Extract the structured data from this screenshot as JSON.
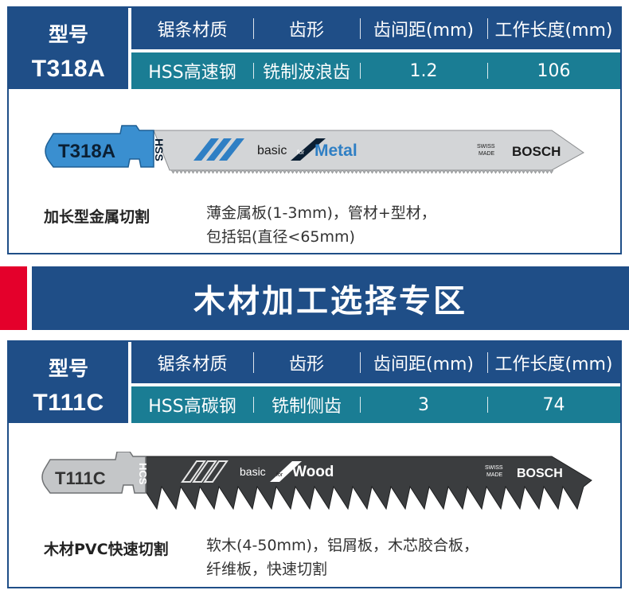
{
  "section_title": "木材加工选择专区",
  "headers": {
    "model": "型号",
    "columns": [
      "锯条材质",
      "齿形",
      "齿间距(mm)",
      "工作长度(mm)"
    ]
  },
  "products": [
    {
      "model": "T318A",
      "values": [
        "HSS高速钢",
        "铣制波浪齿",
        "1.2",
        "106"
      ],
      "blade": {
        "code": "T318A",
        "material": "HSS",
        "series": "basic",
        "for": "for",
        "application": "Metal",
        "swiss_made_line1": "SWISS",
        "swiss_made_line2": "MADE",
        "brand": "BOSCH",
        "tang_color": "#3a8fd0",
        "body_color": "#d3d5d7"
      },
      "use_label": "加长型金属切割",
      "use_lines": [
        "薄金属板(1-3mm)，管材+型材，",
        "包括铝(直径<65mm)"
      ]
    },
    {
      "model": "T111C",
      "values": [
        "HSS高碳钢",
        "铣制侧齿",
        "3",
        "74"
      ],
      "blade": {
        "code": "T111C",
        "material": "HCS",
        "series": "basic",
        "for": "for",
        "application": "Wood",
        "swiss_made_line1": "SWISS",
        "swiss_made_line2": "MADE",
        "brand": "BOSCH",
        "tang_color": "#c4c6c8",
        "body_color": "#3b3d3f"
      },
      "use_label": "木材PVC快速切割",
      "use_lines": [
        "软木(4-50mm)，铝屑板，木芯胶合板，",
        "纤维板，快速切割"
      ]
    }
  ],
  "colors": {
    "header_blue": "#1f4e87",
    "value_teal": "#1a7d94",
    "accent_red": "#e4002b"
  }
}
